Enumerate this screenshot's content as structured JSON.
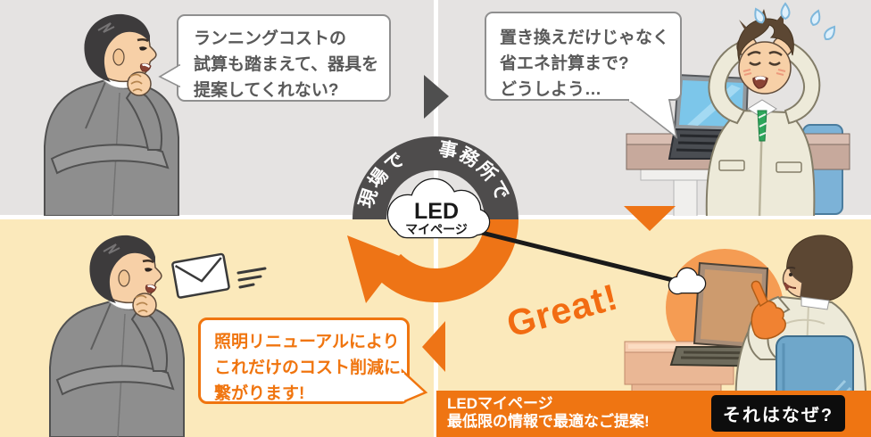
{
  "bubbles": {
    "top_left": {
      "lines": [
        "ランニングコストの",
        "試算も踏まえて、器具を",
        "提案してくれない?"
      ]
    },
    "top_right": {
      "lines": [
        "置き換えだけじゃなく",
        "省エネ計算まで?",
        "どうしよう…"
      ]
    },
    "bottom_left": {
      "lines": [
        "照明リニューアルにより",
        "これだけのコスト削減に",
        "繋がります!"
      ]
    }
  },
  "cycle": {
    "site_label": "現場で",
    "office_label": "事務所で",
    "cloud_title": "LED",
    "cloud_subtitle": "マイページ"
  },
  "great_text": "Great!",
  "banner": {
    "title": "LEDマイページ",
    "subtitle": "最低限の情報で最適なご提案!",
    "button_label": "それはなぜ?"
  },
  "icons": {
    "envelope": "mail-envelope",
    "cloud": "cloud",
    "next_arrow": "triangle-right",
    "down_arrow": "triangle-down",
    "left_arrow": "triangle-left"
  },
  "colors": {
    "background_top": "#e5e3e2",
    "background_bottom": "#fbe9bb",
    "accent_orange": "#ef7512",
    "arc_gray": "#4e4c4c",
    "bubble_border_gray": "#8f8f8f",
    "bubble_text_gray": "#595959",
    "orange_text": "#f0750f",
    "button_black": "#0d0d0d"
  }
}
